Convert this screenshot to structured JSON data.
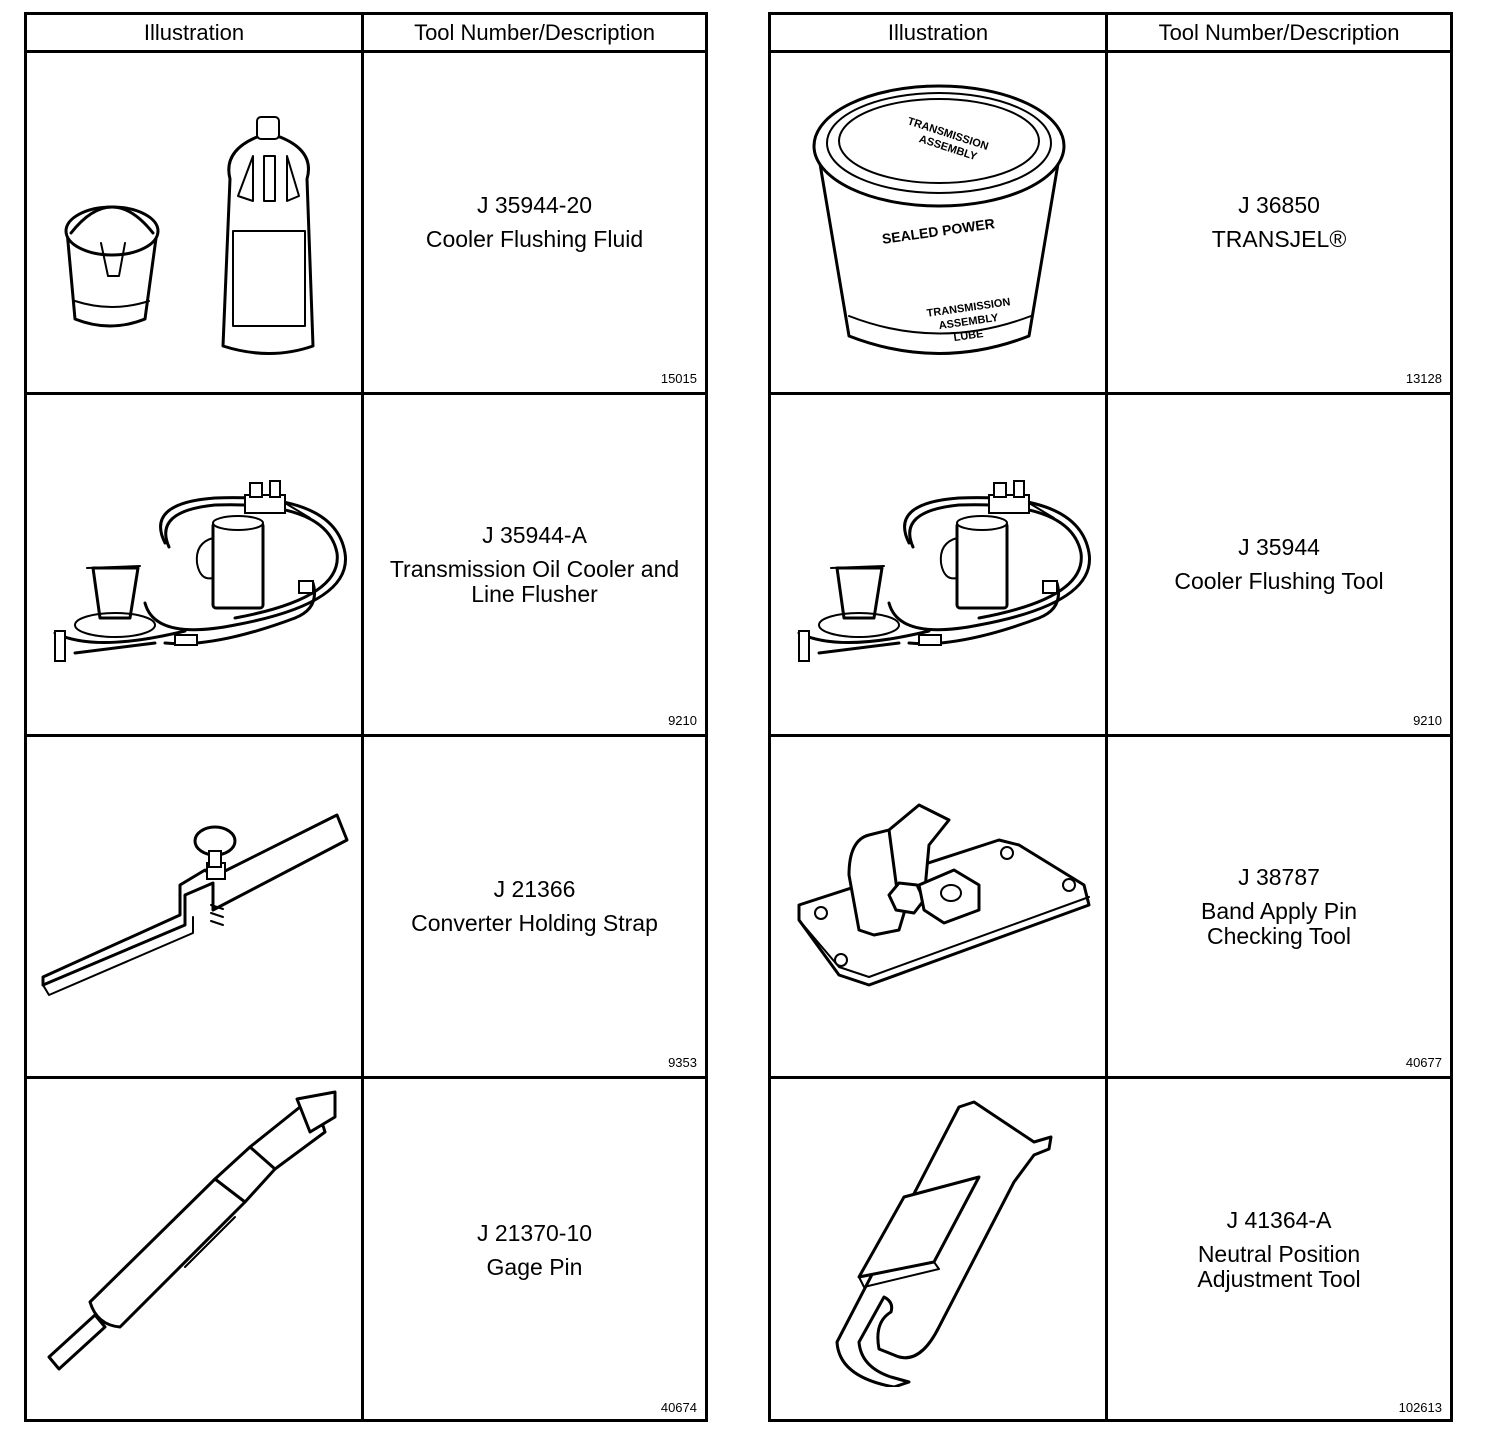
{
  "headers": {
    "illustration": "Illustration",
    "description": "Tool Number/Description"
  },
  "left_rows": [
    {
      "tool_number": "J 35944-20",
      "description": "Cooler Flushing Fluid",
      "figure": "15015",
      "icon": "bucket-and-jug-icon"
    },
    {
      "tool_number": "J 35944-A",
      "description": "Transmission Oil Cooler and\nLine Flusher",
      "figure": "9210",
      "icon": "flusher-apparatus-icon"
    },
    {
      "tool_number": "J 21366",
      "description": "Converter Holding Strap",
      "figure": "9353",
      "icon": "holding-strap-icon"
    },
    {
      "tool_number": "J 21370-10",
      "description": "Gage Pin",
      "figure": "40674",
      "icon": "gage-pin-icon"
    }
  ],
  "right_rows": [
    {
      "tool_number": "J 36850",
      "description": "TRANSJEL®",
      "figure": "13128",
      "icon": "lube-tub-icon",
      "label_lines": [
        "SEALED POWER",
        "TRANSMISSION",
        "ASSEMBLY",
        "LUBE"
      ]
    },
    {
      "tool_number": "J 35944",
      "description": "Cooler Flushing Tool",
      "figure": "9210",
      "icon": "flusher-apparatus-icon"
    },
    {
      "tool_number": "J 38787",
      "description": "Band Apply Pin\nChecking Tool",
      "figure": "40677",
      "icon": "pin-checking-fixture-icon"
    },
    {
      "tool_number": "J 41364-A",
      "description": "Neutral Position\nAdjustment Tool",
      "figure": "102613",
      "icon": "adjustment-bracket-icon"
    }
  ]
}
